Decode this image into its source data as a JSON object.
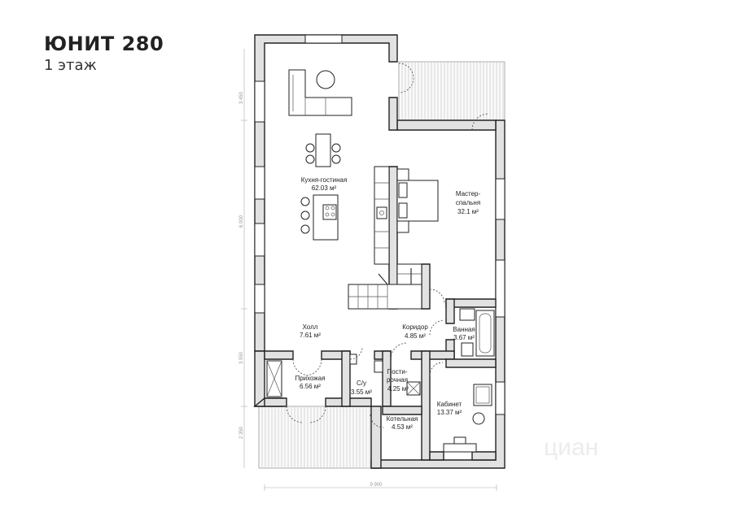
{
  "header": {
    "title": "ЮНИТ 280",
    "subtitle": "1 этаж"
  },
  "rooms": {
    "kitchen_living": {
      "name": "Кухня-гостиная",
      "area": "62.03 м²"
    },
    "master_bedroom": {
      "name_line1": "Мастер-",
      "name_line2": "спальня",
      "area": "32.1 м²"
    },
    "hall": {
      "name": "Холл",
      "area": "7.61 м²"
    },
    "corridor": {
      "name": "Коридор",
      "area": "4.85 м²"
    },
    "bathroom": {
      "name": "Ванная",
      "area": "3.67 м²"
    },
    "entrance": {
      "name": "Прихожая",
      "area": "6.56 м²"
    },
    "wc": {
      "name": "С/у",
      "area": "3.55 м²"
    },
    "laundry": {
      "name_line1": "Пости-",
      "name_line2": "рочная",
      "area": "4.25 м²"
    },
    "study": {
      "name": "Кабинет",
      "area": "13.37 м²"
    },
    "boiler": {
      "name": "Котельная",
      "area": "4.53 м²"
    }
  },
  "dimensions": {
    "width": "9 900",
    "left_1": "3 450",
    "left_2": "6 000",
    "left_3": "3 950",
    "left_4": "2 350"
  },
  "watermark": "циан"
}
